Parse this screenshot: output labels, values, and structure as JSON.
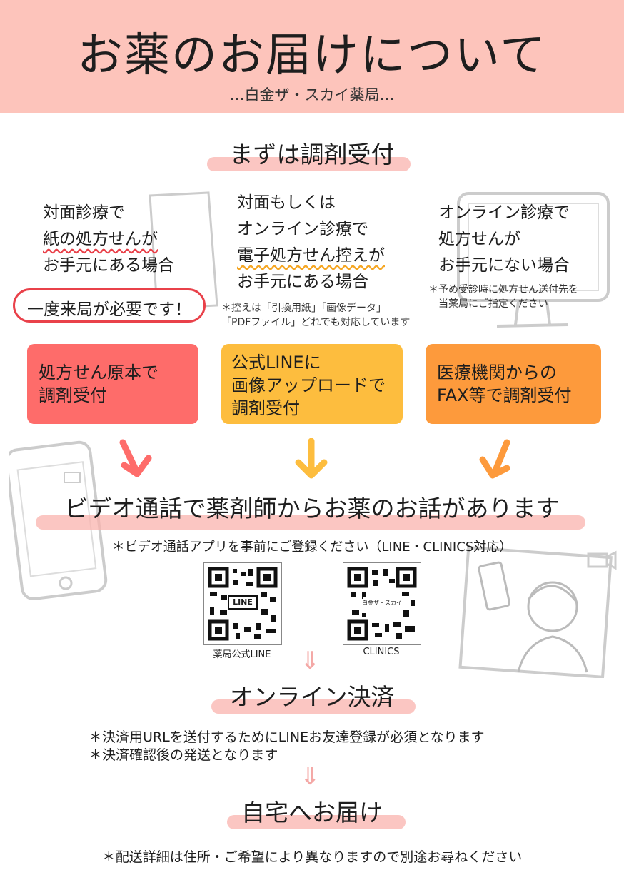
{
  "header": {
    "title": "お薬のお届けについて",
    "subtitle": "…白金ザ・スカイ薬局…"
  },
  "step1": {
    "heading": "まずは調剤受付",
    "cases": [
      {
        "lines": [
          "対面診療で",
          "紙の処方せんが",
          "お手元にある場合"
        ],
        "callout": "一度来局が必要です！",
        "box": "処方せん原本で\n調剤受付",
        "box_color": "#fe6c6a"
      },
      {
        "lines": [
          "対面もしくは",
          "オンライン診療で",
          "電子処方せん控えが",
          "お手元にある場合"
        ],
        "note": [
          "＊控えは「引換用紙」「画像データ」",
          "「PDFファイル」どれでも対応しています"
        ],
        "box": "公式LINEに\n画像アップロードで\n調剤受付",
        "box_color": "#fdbd3e"
      },
      {
        "lines": [
          "オンライン診療で",
          "処方せんが",
          "お手元にない場合"
        ],
        "note": [
          "＊予め受診時に処方せん送付先を",
          "当薬局にご指定ください"
        ],
        "box": "医療機関からの\nFAX等で調剤受付",
        "box_color": "#fd9a3c"
      }
    ]
  },
  "step2": {
    "heading": "ビデオ通話で薬剤師からお薬のお話があります",
    "note": "＊ビデオ通話アプリを事前にご登録ください（LINE・CLINICS対応）",
    "qr_codes": [
      {
        "label": "LINE",
        "caption": "薬局公式LINE"
      },
      {
        "label": "白金ザ・スカイ",
        "caption": "CLINICS"
      }
    ]
  },
  "step3": {
    "heading": "オンライン決済",
    "notes": [
      "＊決済用URLを送付するためにLINEお友達登録が必須となります",
      "＊決済確認後の発送となります"
    ]
  },
  "step4": {
    "heading": "自宅へお届け",
    "note": "＊配送詳細は住所・ご希望により異なりますので別途お尋ねください"
  },
  "colors": {
    "header_bg": "#fdc4bb",
    "arrow_red": "#fe6c6a",
    "arrow_yellow": "#fdbd3e",
    "arrow_orange": "#fd9a3c",
    "brush_pink": "#f9b3ad"
  }
}
